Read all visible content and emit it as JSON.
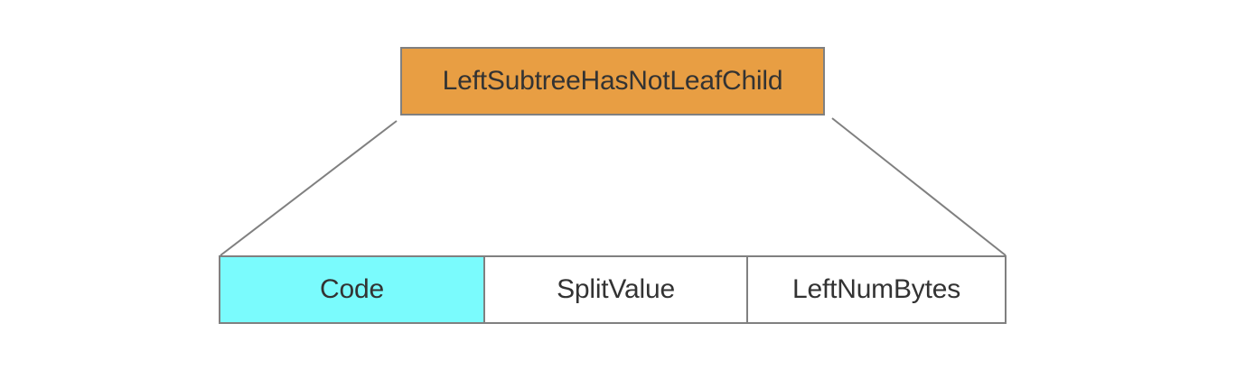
{
  "diagram": {
    "top_node": {
      "label": "LeftSubtreeHasNotLeafChild",
      "fill_color": "#E89E43"
    },
    "fields": [
      {
        "label": "Code",
        "fill_color": "#7AFBFD"
      },
      {
        "label": "SplitValue",
        "fill_color": "#FFFFFF"
      },
      {
        "label": "LeftNumBytes",
        "fill_color": "#FFFFFF"
      }
    ],
    "line_color": "#808080"
  }
}
